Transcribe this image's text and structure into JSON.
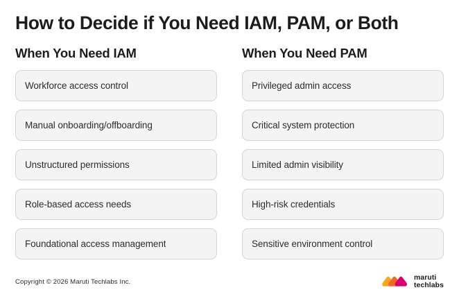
{
  "page": {
    "title": "How to Decide if You Need IAM, PAM, or Both",
    "background_color": "#FFFFFF",
    "text_color": "#1C1C1C"
  },
  "columns": [
    {
      "heading": "When You Need IAM",
      "items": [
        {
          "label": "Workforce access control"
        },
        {
          "label": "Manual onboarding/offboarding"
        },
        {
          "label": "Unstructured permissions"
        },
        {
          "label": "Role-based access needs"
        },
        {
          "label": "Foundational access management"
        }
      ]
    },
    {
      "heading": "When You Need PAM",
      "items": [
        {
          "label": "Privileged admin access"
        },
        {
          "label": "Critical system protection"
        },
        {
          "label": "Limited admin visibility"
        },
        {
          "label": "High-risk credentials"
        },
        {
          "label": "Sensitive environment control"
        }
      ]
    }
  ],
  "card_style": {
    "fill_color": "#F4F4F4",
    "border_color": "#D4D4D4"
  },
  "footer": {
    "copyright": "Copyright © 2026 Maruti Techlabs Inc.",
    "logo": {
      "line1": "maruti",
      "line2": "techlabs",
      "mark_colors": [
        "#F5A623",
        "#F2682A",
        "#D6006E"
      ]
    }
  }
}
